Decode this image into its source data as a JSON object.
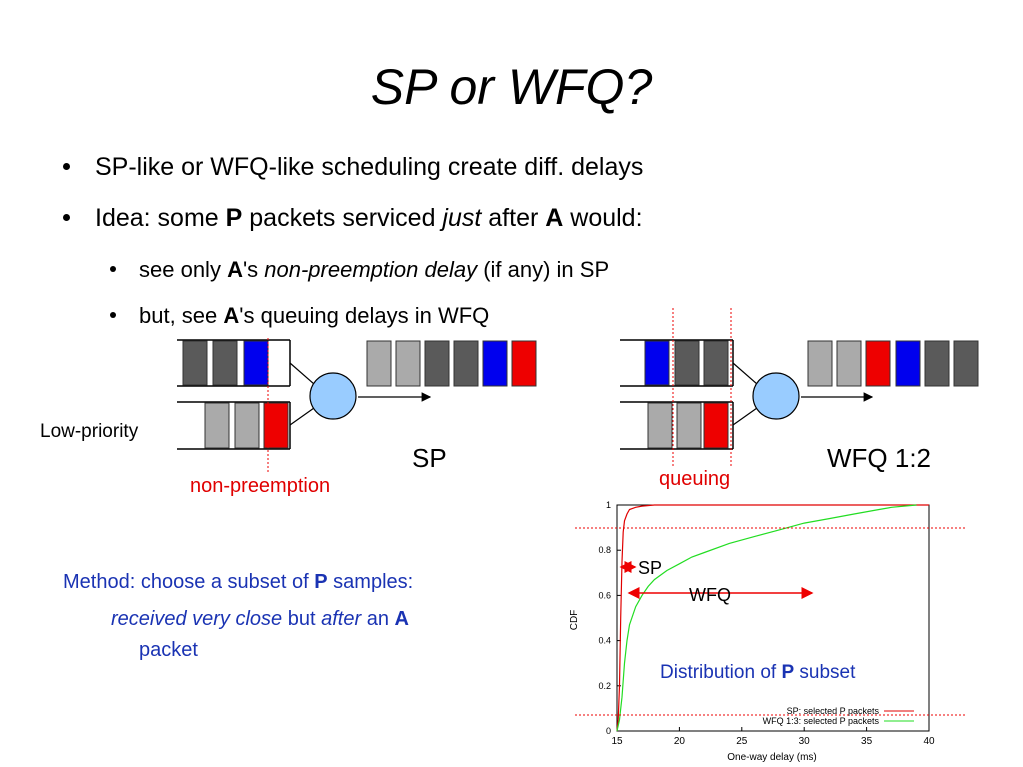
{
  "slide": {
    "title": "SP or WFQ?",
    "bullet1": "SP-like or WFQ-like scheduling create diff. delays",
    "bullet2": {
      "pre": "Idea: some ",
      "p": "P",
      "mid": " packets serviced ",
      "just": "just",
      "after": " after ",
      "a": "A",
      "post": " would:"
    },
    "sub1": {
      "pre": "see only ",
      "a": "A",
      "s": "'s ",
      "npd": "non-preemption delay",
      "post": " (if any) in SP"
    },
    "sub2": {
      "pre": "but, see ",
      "a": "A",
      "post": "'s queuing delays in WFQ"
    }
  },
  "diagram": {
    "low_priority_label": "Low-priority",
    "sp_label": "SP",
    "wfq_label": "WFQ 1:2",
    "non_preemption_label": "non-preemption",
    "queuing_label": "queuing",
    "colors": {
      "dark_gray": "#5a5a5a",
      "light_gray": "#aaaaaa",
      "blue": "#0000ee",
      "red": "#ee0000",
      "scheduler": "#99ccff"
    }
  },
  "method": {
    "line1_pre": "Method: choose a subset of ",
    "line1_p": "P",
    "line1_post": " samples:",
    "line2_rvc": "received very close",
    "line2_but": " but ",
    "line2_after": "after",
    "line2_an": " an ",
    "line2_a": "A",
    "line3": "packet"
  },
  "chart_data": {
    "type": "line",
    "xlabel": "One-way delay (ms)",
    "ylabel": "CDF",
    "x_ticks": [
      "15",
      "20",
      "25",
      "30",
      "35",
      "40"
    ],
    "y_ticks": [
      "0",
      "0.2",
      "0.4",
      "0.6",
      "0.8",
      "1"
    ],
    "xlim": [
      15,
      40
    ],
    "ylim": [
      0,
      1
    ],
    "series": [
      {
        "name": "SP: selected P packets",
        "color": "#e00000",
        "x": [
          15.0,
          15.1,
          15.2,
          15.3,
          15.4,
          15.5,
          15.6,
          15.8,
          16.0,
          16.5,
          17.0,
          18.0,
          40.0
        ],
        "y": [
          0.0,
          0.05,
          0.2,
          0.5,
          0.75,
          0.88,
          0.93,
          0.96,
          0.98,
          0.99,
          0.995,
          1.0,
          1.0
        ]
      },
      {
        "name": "WFQ 1:3: selected P packets",
        "color": "#22dd22",
        "x": [
          15.0,
          15.2,
          15.4,
          15.6,
          15.8,
          16.0,
          16.5,
          17.0,
          17.5,
          18.0,
          19.0,
          20.0,
          21.0,
          22.0,
          24.0,
          26.0,
          28.0,
          30.0,
          32.0,
          34.0,
          36.0,
          37.0,
          38.0,
          39.0
        ],
        "y": [
          0.0,
          0.05,
          0.15,
          0.3,
          0.4,
          0.47,
          0.55,
          0.6,
          0.64,
          0.67,
          0.71,
          0.74,
          0.77,
          0.79,
          0.83,
          0.86,
          0.89,
          0.92,
          0.94,
          0.96,
          0.98,
          0.99,
          0.995,
          1.0
        ]
      }
    ],
    "annotations": {
      "sp": "SP",
      "wfq": "WFQ",
      "subset_pre": "Distribution of ",
      "subset_p": "P",
      "subset_post": " subset"
    }
  }
}
